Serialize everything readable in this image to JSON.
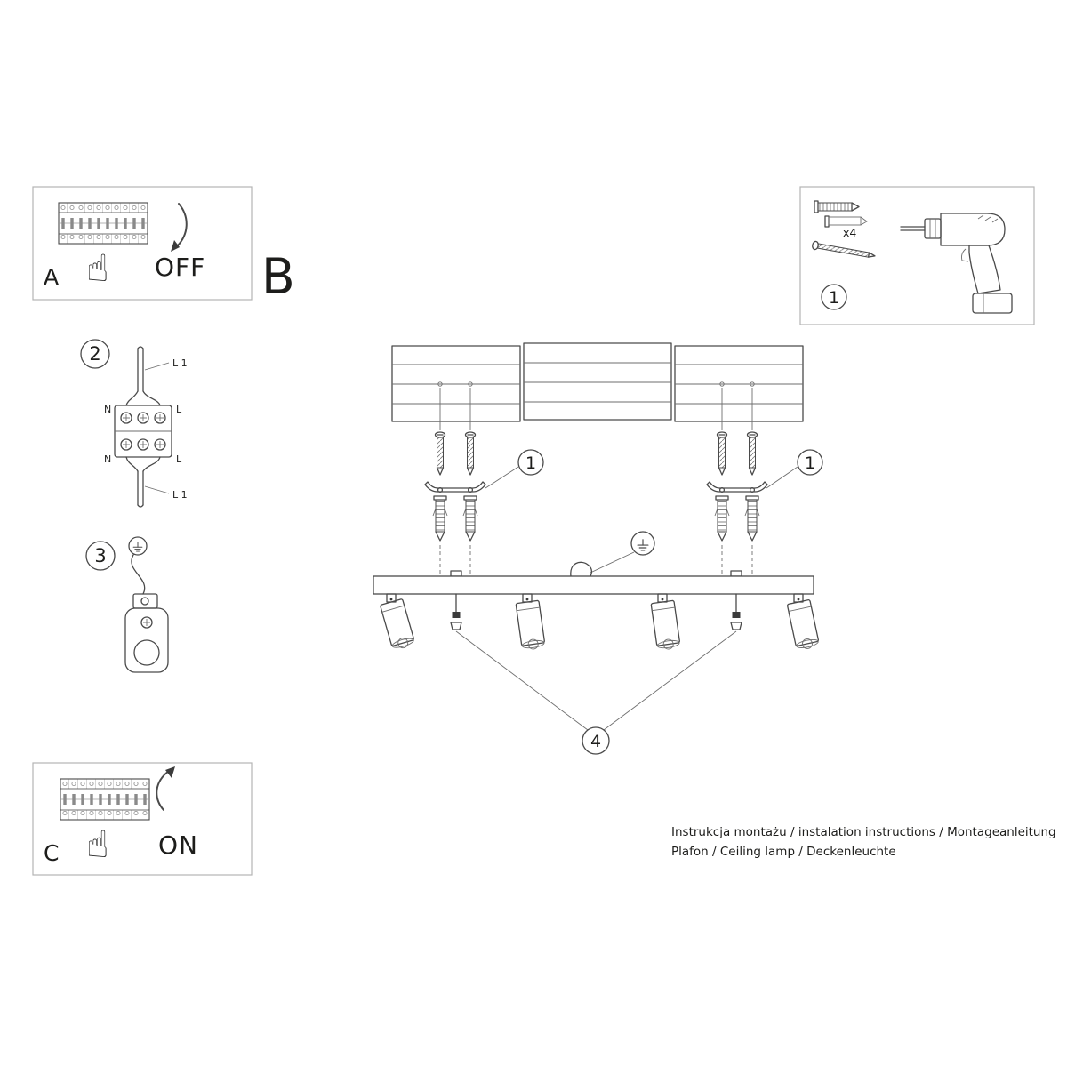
{
  "colors": {
    "ink": "#4a4a4a",
    "panel_border": "#b4b4b4",
    "text": "#1d1d1b"
  },
  "icons": {
    "hand": "☝"
  },
  "panel_a": {
    "label": "A",
    "state": "OFF"
  },
  "panel_c": {
    "label": "C",
    "state": "ON"
  },
  "section_label": "B",
  "parts": {
    "callout": "1",
    "plug_qty": "x4"
  },
  "wiring": {
    "callout": "2",
    "wire_top": "L 1",
    "wire_bottom": "L 1",
    "n_top": "N",
    "l_top": "L",
    "n_bottom": "N",
    "l_bottom": "L"
  },
  "grounding": {
    "callout": "3"
  },
  "assembly": {
    "bracket_left_callout": "1",
    "bracket_right_callout": "1",
    "screws_callout": "4"
  },
  "footer": {
    "line1": "Instrukcja montażu / instalation instructions / Montageanleitung",
    "line2": "Plafon / Ceiling lamp / Deckenleuchte"
  }
}
